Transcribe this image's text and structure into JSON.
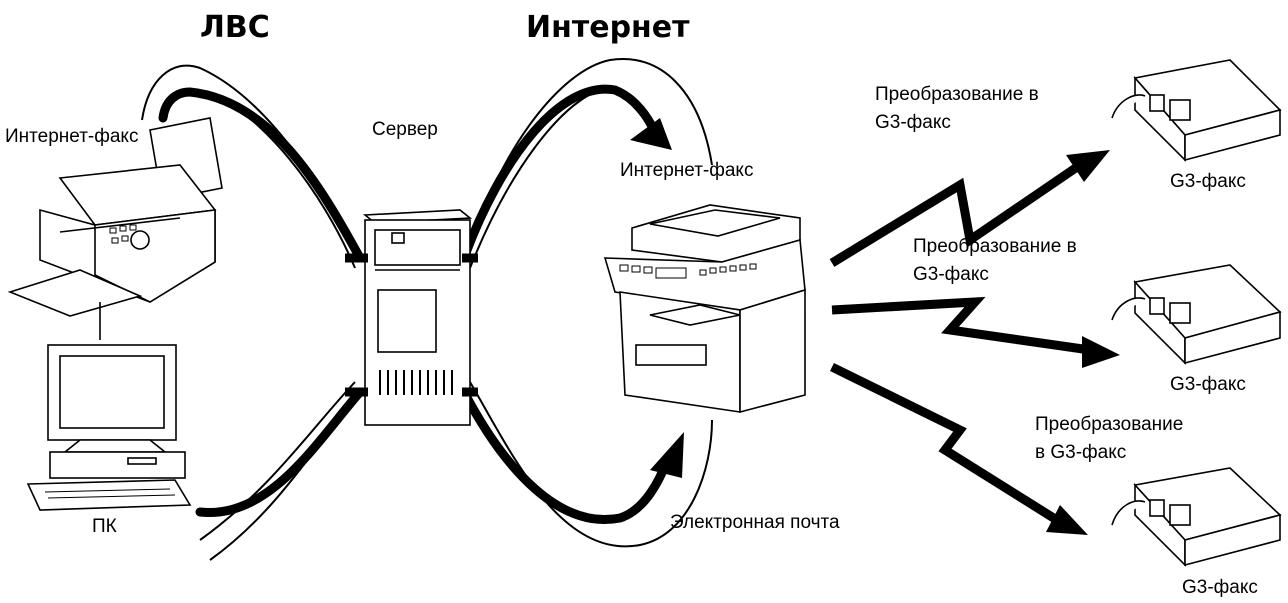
{
  "headings": {
    "lan": "ЛВС",
    "internet": "Интернет"
  },
  "labels": {
    "ifax_left": "Интернет-факс",
    "server": "Сервер",
    "ifax_center": "Интернет-факс",
    "pc": "ПК",
    "email": "Электронная почта",
    "conv1_line1": "Преобразование в",
    "conv1_line2": "G3-факс",
    "conv2_line1": "Преобразование в",
    "conv2_line2": "G3-факс",
    "conv3_line1": "Преобразование",
    "conv3_line2": "в G3-факс",
    "g3_top": "G3-факс",
    "g3_mid": "G3-факс",
    "g3_bottom": "G3-факс"
  },
  "colors": {
    "line": "#000000",
    "arc_fill": "#ffffff"
  }
}
